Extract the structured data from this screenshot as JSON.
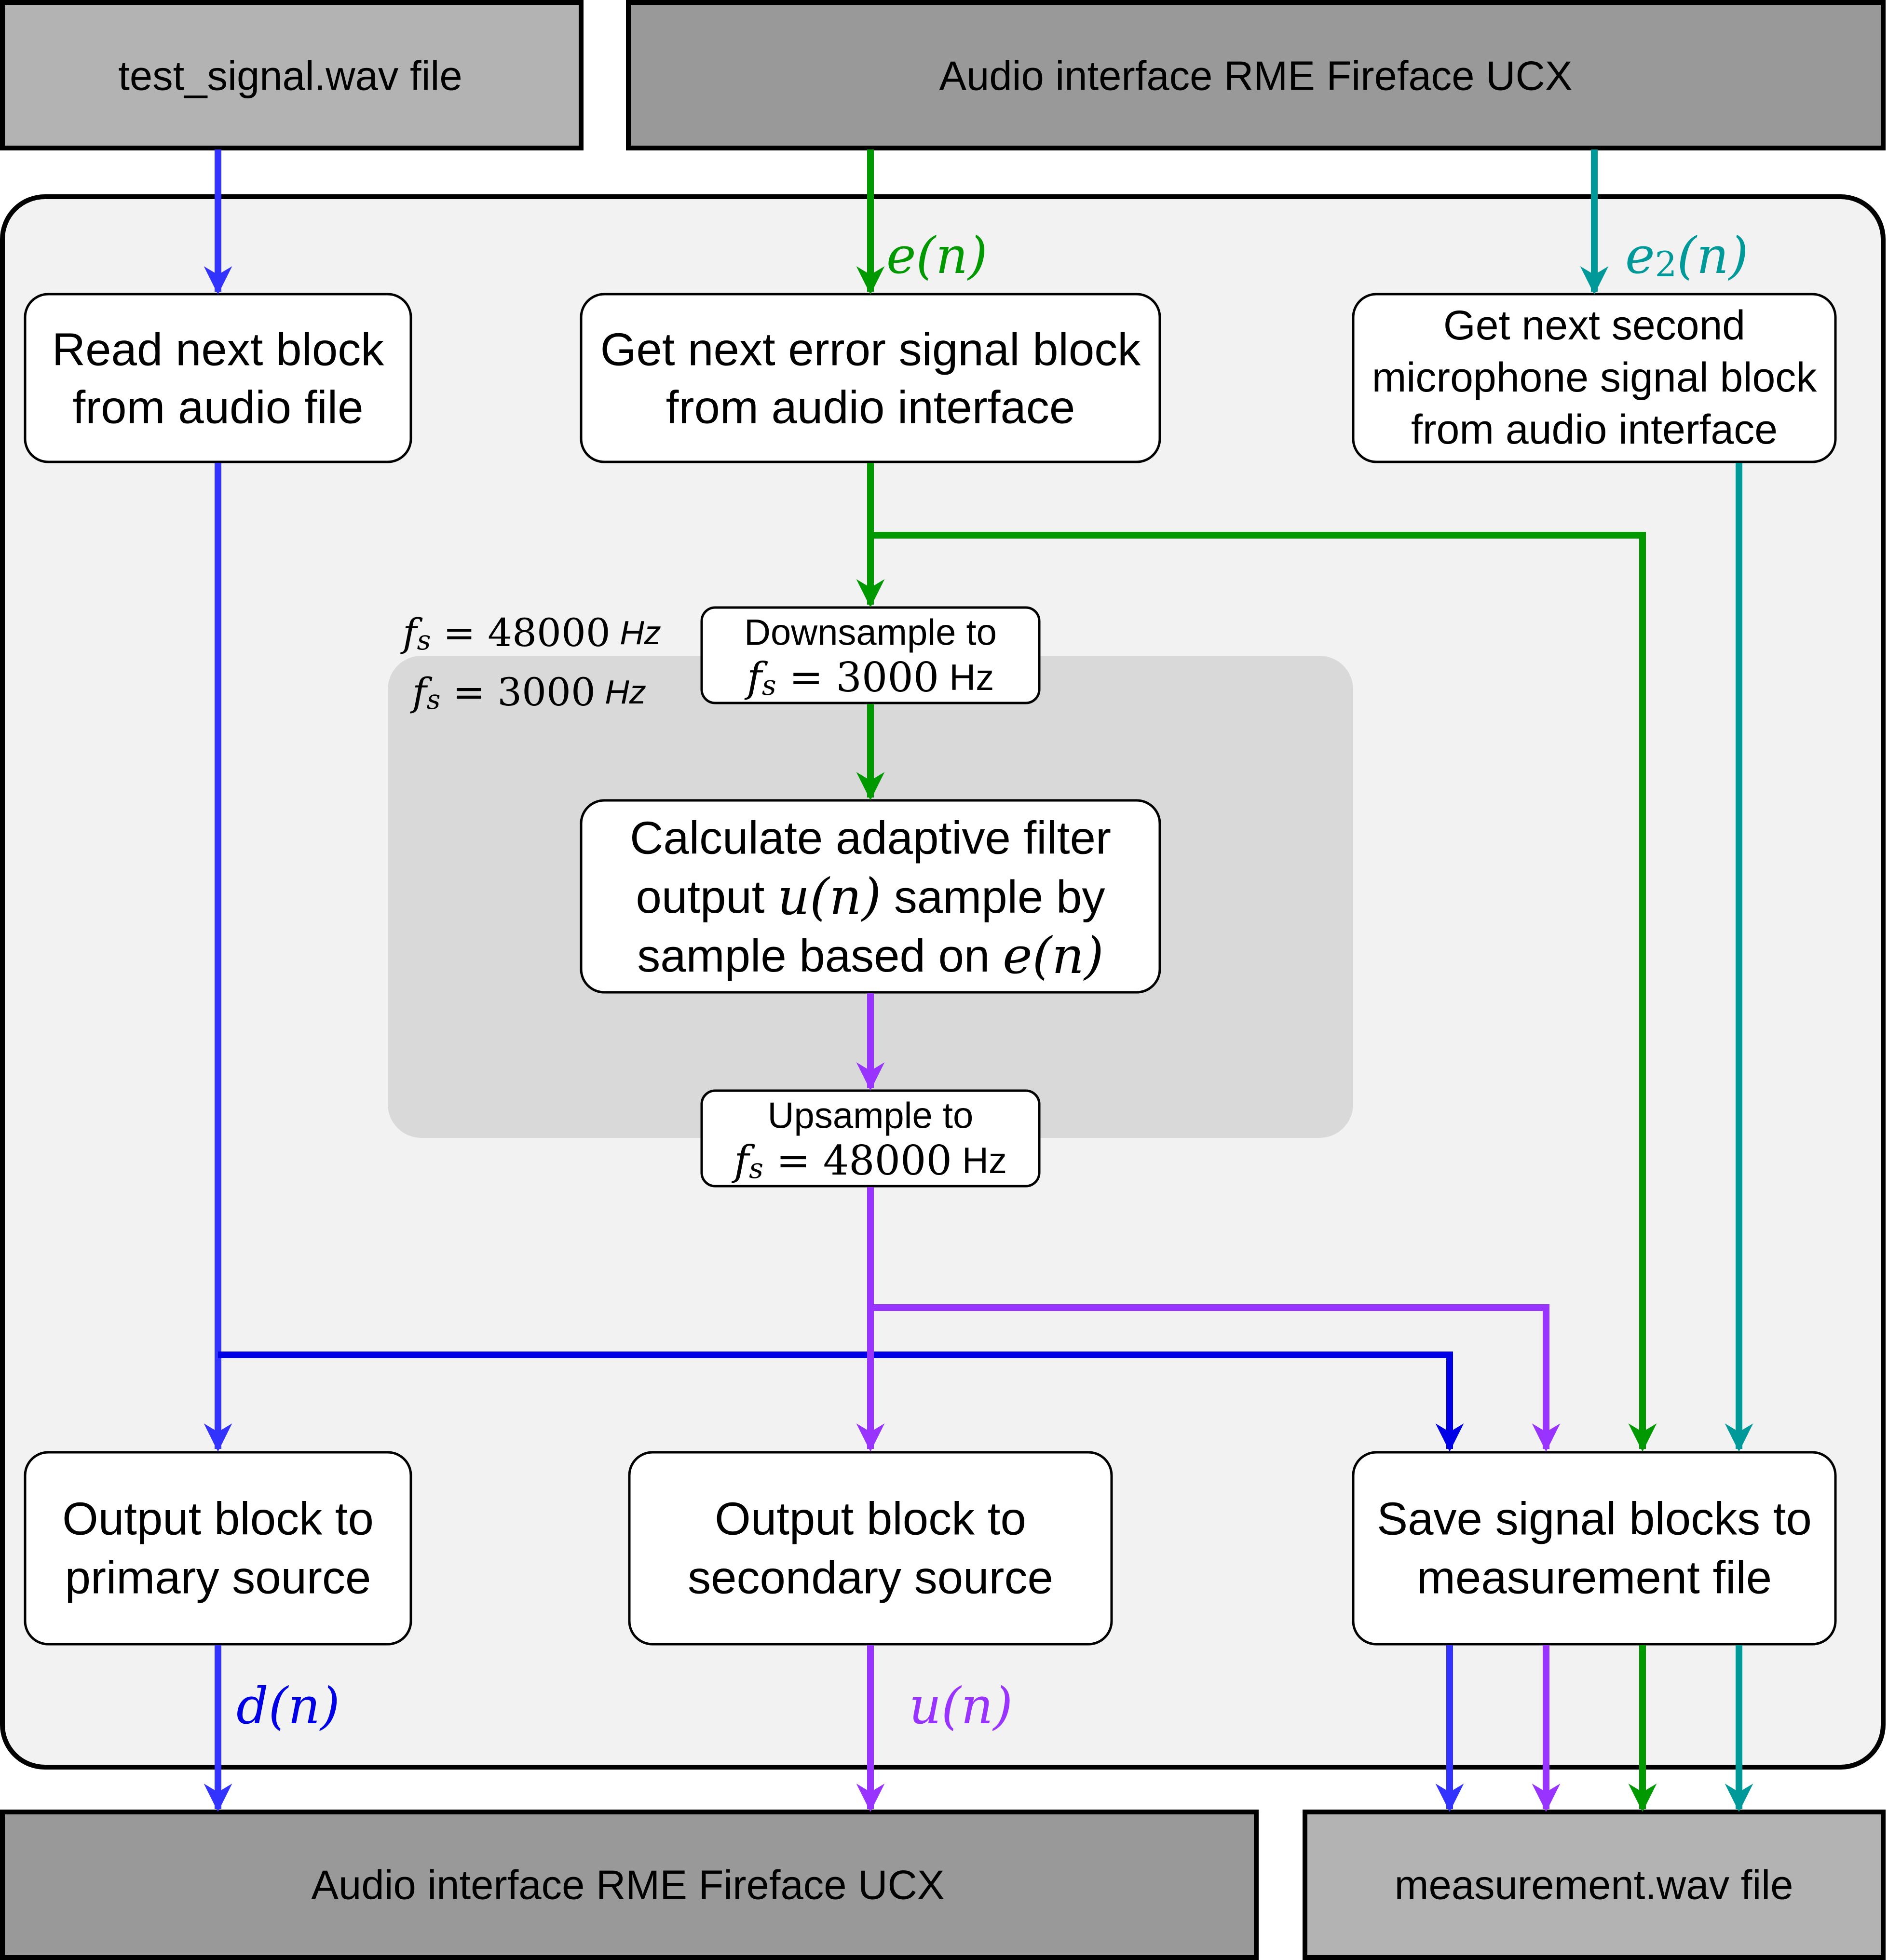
{
  "colors": {
    "blue": "#3333ff",
    "blue_dark": "#0000e6",
    "green": "#009900",
    "teal": "#009999",
    "purple": "#9933ff",
    "io_light": "#b3b3b3",
    "io_dark": "#999999",
    "panel": "#f2f2f2",
    "subpanel": "#d9d9d9",
    "box": "#ffffff",
    "stroke": "#000000"
  },
  "io": {
    "test_signal_file": "test_signal.wav file",
    "audio_interface_in": "Audio interface RME Fireface UCX",
    "audio_interface_out": "Audio interface RME Fireface UCX",
    "measurement_file": "measurement.wav file"
  },
  "blocks": {
    "read_block": [
      "Read next block",
      "from audio file"
    ],
    "get_error_block": [
      "Get next error signal block",
      "from audio interface"
    ],
    "get_second_mic_block": [
      "Get next second",
      "microphone signal block",
      "from audio interface"
    ],
    "downsample": {
      "label": "Downsample to",
      "fs": "f",
      "sub": "s",
      "eq": " = ",
      "value": "3000",
      "unit": " Hz"
    },
    "adaptive_filter": {
      "line1": "Calculate adaptive filter",
      "line2_pre": "output ",
      "line2_math": "u(n)",
      "line2_post": " sample by",
      "line3_pre": "sample based on ",
      "line3_math": "e(n)"
    },
    "upsample": {
      "label": "Upsample to",
      "fs": "f",
      "sub": "s",
      "eq": " = ",
      "value": "48000",
      "unit": " Hz"
    },
    "output_primary": [
      "Output block to",
      "primary source"
    ],
    "output_secondary": [
      "Output block to",
      "secondary source"
    ],
    "save_blocks": [
      "Save signal blocks to",
      "measurement file"
    ]
  },
  "rates": {
    "outer": {
      "fs": "f",
      "sub": "s",
      "eq": " = ",
      "value": "48000",
      "unit": " Hz"
    },
    "inner": {
      "fs": "f",
      "sub": "s",
      "eq": " = ",
      "value": "3000",
      "unit": " Hz"
    }
  },
  "signals": {
    "e": "e(n)",
    "e2": {
      "base": "e",
      "sub": "2",
      "rest": "(n)"
    },
    "d": "d(n)",
    "u": "u(n)"
  }
}
